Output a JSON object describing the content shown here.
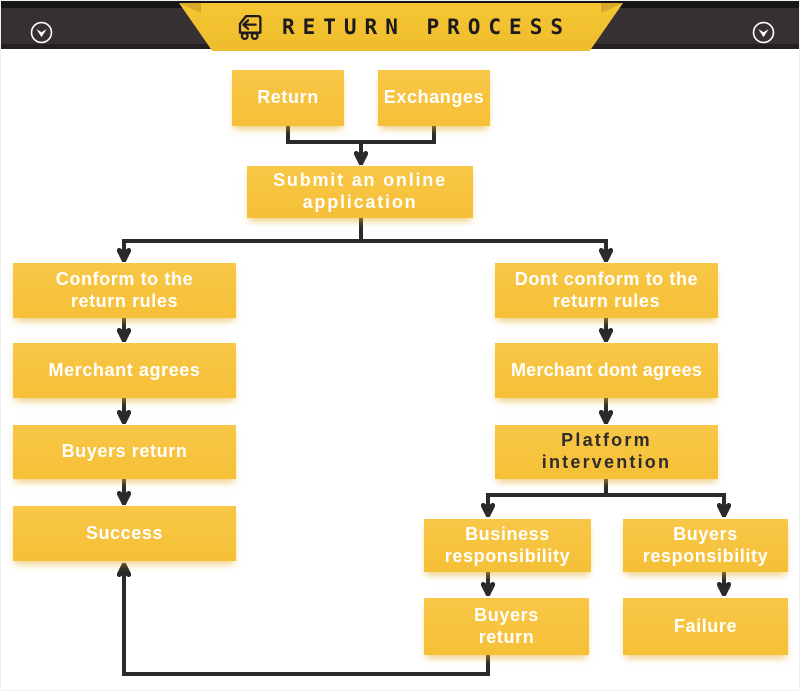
{
  "header": {
    "title": "RETURN PROCESS",
    "truck_icon": "return-truck",
    "left_button_icon": "chevron-down-circle",
    "right_button_icon": "chevron-down-circle"
  },
  "nodes": {
    "return_node": {
      "label": "Return"
    },
    "exchanges": {
      "label": "Exchanges"
    },
    "submit": {
      "label": "Submit an online\napplication"
    },
    "conform": {
      "label": "Conform to the\nreturn rules"
    },
    "merchant_agrees": {
      "label": "Merchant agrees"
    },
    "buyers_return_1": {
      "label": "Buyers return"
    },
    "success": {
      "label": "Success"
    },
    "dont_conform": {
      "label": "Dont conform to the\nreturn rules"
    },
    "merchant_dont_agrees": {
      "label": "Merchant dont agrees"
    },
    "platform_intervention": {
      "label": "Platform\nintervention"
    },
    "business_responsibility": {
      "label": "Business\nresponsibility"
    },
    "buyers_responsibility": {
      "label": "Buyers\nresponsibility"
    },
    "buyers_return_2": {
      "label": "Buyers\nreturn"
    },
    "failure": {
      "label": "Failure"
    }
  },
  "edges": [
    {
      "from": "return_node",
      "to": "submit"
    },
    {
      "from": "exchanges",
      "to": "submit"
    },
    {
      "from": "submit",
      "to": "conform"
    },
    {
      "from": "submit",
      "to": "dont_conform"
    },
    {
      "from": "conform",
      "to": "merchant_agrees"
    },
    {
      "from": "merchant_agrees",
      "to": "buyers_return_1"
    },
    {
      "from": "buyers_return_1",
      "to": "success"
    },
    {
      "from": "dont_conform",
      "to": "merchant_dont_agrees"
    },
    {
      "from": "merchant_dont_agrees",
      "to": "platform_intervention"
    },
    {
      "from": "platform_intervention",
      "to": "business_responsibility"
    },
    {
      "from": "platform_intervention",
      "to": "buyers_responsibility"
    },
    {
      "from": "business_responsibility",
      "to": "buyers_return_2"
    },
    {
      "from": "buyers_responsibility",
      "to": "failure"
    },
    {
      "from": "buyers_return_2",
      "to": "success"
    }
  ],
  "colors": {
    "box_yellow": "#f7c43f",
    "banner_yellow": "#f2c231",
    "header_bar": "#353031",
    "arrow": "#2b2b2b",
    "box_text": "#ffffff",
    "platform_text": "#2d2d2d"
  }
}
